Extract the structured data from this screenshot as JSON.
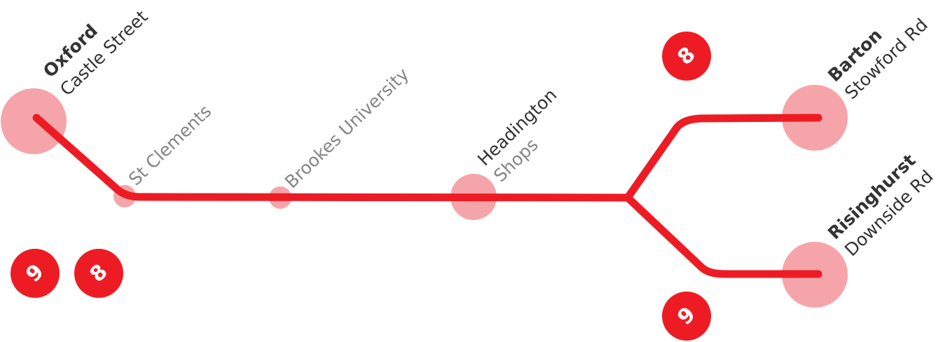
{
  "colors": {
    "route_line": "#ED1C24",
    "station_circle": "#F5A5A9",
    "badge": "#ED1C24",
    "primary_text": "#333333",
    "secondary_text": "#858585"
  },
  "stations": [
    {
      "id": "oxford",
      "name": "Oxford",
      "stop": "Castle Street",
      "type": "terminus"
    },
    {
      "id": "st-clements",
      "name": "St Clements",
      "type": "minor"
    },
    {
      "id": "brookes",
      "name": "Brookes University",
      "type": "minor"
    },
    {
      "id": "headington",
      "name": "Headington",
      "stop": "Shops",
      "type": "major"
    },
    {
      "id": "barton",
      "name": "Barton",
      "stop": "Stowford Rd",
      "type": "terminus"
    },
    {
      "id": "risinghurst",
      "name": "Risinghurst",
      "stop": "Downside Rd",
      "type": "terminus"
    }
  ],
  "route_badges": [
    {
      "route": "9",
      "position": "bottom-left-1"
    },
    {
      "route": "8",
      "position": "bottom-left-2"
    },
    {
      "route": "8",
      "position": "top-right"
    },
    {
      "route": "9",
      "position": "bottom-right"
    }
  ]
}
